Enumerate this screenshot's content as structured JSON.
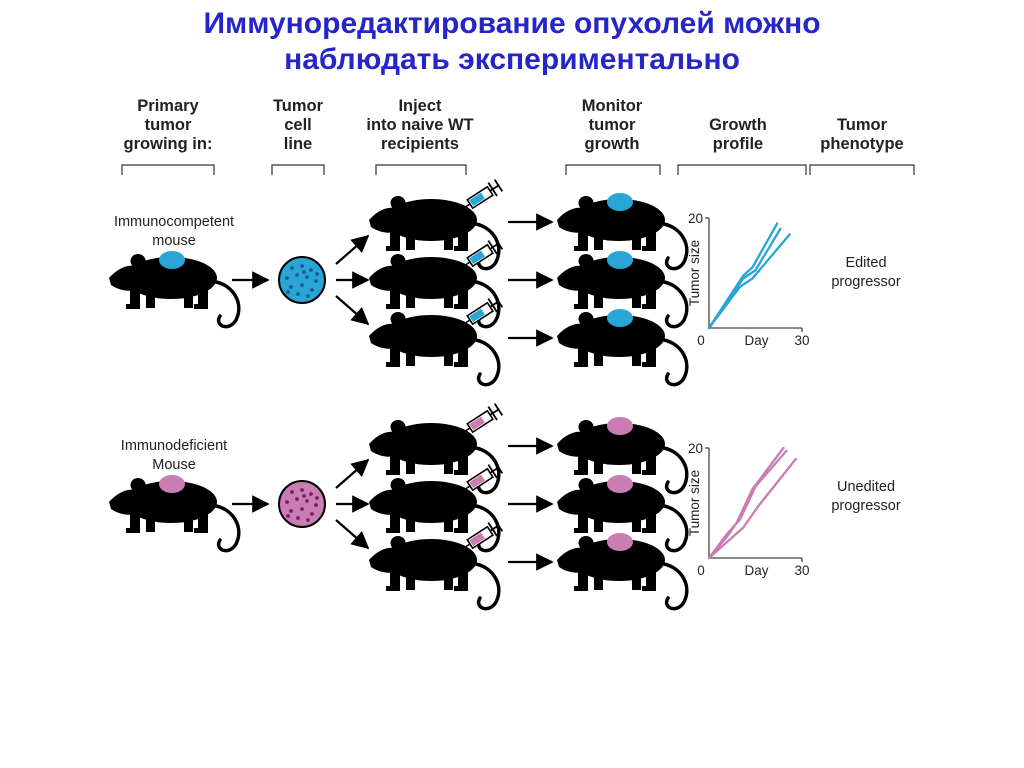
{
  "title": {
    "line1": "Иммуноредактирование опухолей можно",
    "line2": "наблюдать экспериментально"
  },
  "columns": [
    {
      "lines": [
        "Primary",
        "tumor",
        "growing in:"
      ]
    },
    {
      "lines": [
        "Tumor",
        "cell",
        "line"
      ]
    },
    {
      "lines": [
        "Inject",
        "into naive WT",
        "recipients"
      ]
    },
    {
      "lines": [
        "Monitor",
        "tumor",
        "growth"
      ]
    },
    {
      "lines": [
        "Growth",
        "profile"
      ]
    },
    {
      "lines": [
        "Tumor",
        "phenotype"
      ]
    }
  ],
  "rows": [
    {
      "host_lines": [
        "Immunocompetent",
        "mouse"
      ],
      "phenotype_lines": [
        "Edited",
        "progressor"
      ],
      "color": "#2aa6d6",
      "dot_color": "#1a5c8e"
    },
    {
      "host_lines": [
        "Immunodeficient",
        "Mouse"
      ],
      "phenotype_lines": [
        "Unedited",
        "progressor"
      ],
      "color": "#c97db3",
      "dot_color": "#7a1f66"
    }
  ],
  "chart_data": [
    {
      "type": "line",
      "xlabel": "Day",
      "ylabel": "Tumor size",
      "xlim": [
        0,
        30
      ],
      "ylim": [
        0,
        20
      ],
      "x_ticks": [
        "0",
        "30"
      ],
      "y_ticks": [
        "20"
      ],
      "series": [
        {
          "x": [
            0,
            11,
            14,
            22
          ],
          "y": [
            0,
            9.5,
            11,
            19
          ]
        },
        {
          "x": [
            0,
            11,
            15,
            23
          ],
          "y": [
            0,
            9,
            10.5,
            18
          ]
        },
        {
          "x": [
            0,
            10,
            14,
            26
          ],
          "y": [
            0,
            7.5,
            9,
            17
          ]
        }
      ],
      "color": "#2aa6d6"
    },
    {
      "type": "line",
      "xlabel": "Day",
      "ylabel": "Tumor size",
      "xlim": [
        0,
        30
      ],
      "ylim": [
        0,
        20
      ],
      "x_ticks": [
        "0",
        "30"
      ],
      "y_ticks": [
        "20"
      ],
      "series": [
        {
          "x": [
            0,
            6,
            9,
            14,
            24
          ],
          "y": [
            0,
            4,
            6.5,
            12.5,
            20
          ]
        },
        {
          "x": [
            0,
            6,
            10,
            15,
            25
          ],
          "y": [
            0,
            4.5,
            7,
            13,
            19.5
          ]
        },
        {
          "x": [
            0,
            7,
            11,
            16,
            28
          ],
          "y": [
            0,
            3.5,
            5.5,
            9.5,
            18
          ]
        }
      ],
      "color": "#c97db3"
    }
  ]
}
